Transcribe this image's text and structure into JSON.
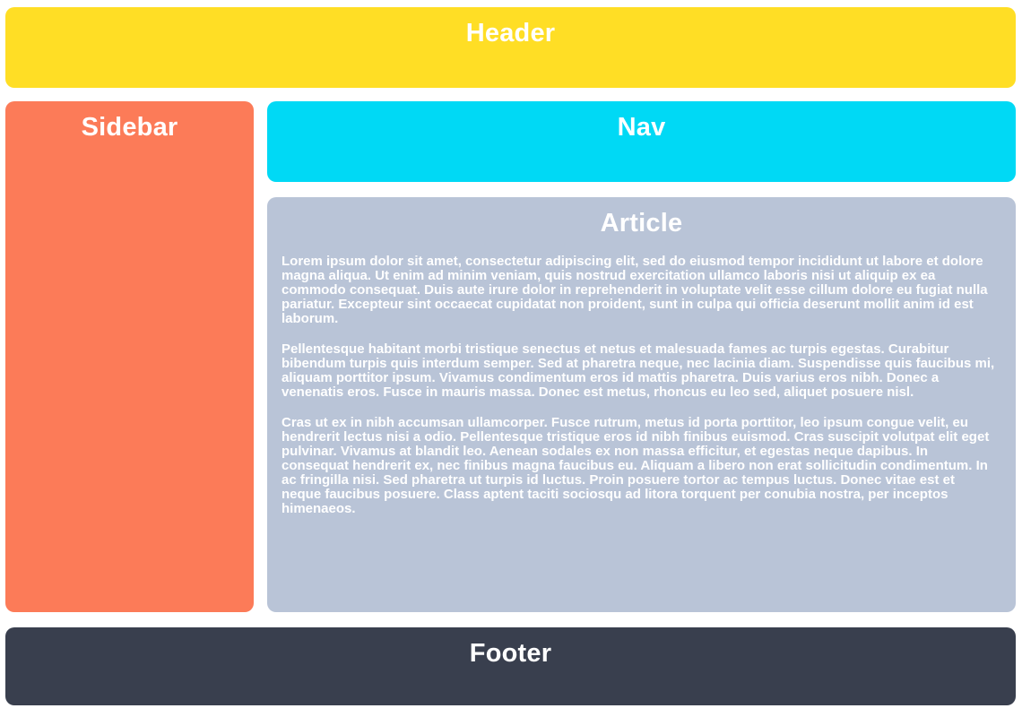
{
  "colors": {
    "page_bg": "#ffffff",
    "text": "#ffffff",
    "header_bg": "#ffde25",
    "sidebar_bg": "#fc7b58",
    "nav_bg": "#00d9f5",
    "article_bg": "#b9c4d7",
    "footer_bg": "#393f4e"
  },
  "header": {
    "title": "Header"
  },
  "sidebar": {
    "title": "Sidebar"
  },
  "nav": {
    "title": "Nav"
  },
  "article": {
    "title": "Article",
    "paragraphs": [
      "Lorem ipsum dolor sit amet, consectetur adipiscing elit, sed do eiusmod tempor incididunt ut labore et dolore magna aliqua. Ut enim ad minim veniam, quis nostrud exercitation ullamco laboris nisi ut aliquip ex ea commodo consequat. Duis aute irure dolor in reprehenderit in voluptate velit esse cillum dolore eu fugiat nulla pariatur. Excepteur sint occaecat cupidatat non proident, sunt in culpa qui officia deserunt mollit anim id est laborum.",
      "Pellentesque habitant morbi tristique senectus et netus et malesuada fames ac turpis egestas. Curabitur bibendum turpis quis interdum semper. Sed at pharetra neque, nec lacinia diam. Suspendisse quis faucibus mi, aliquam porttitor ipsum. Vivamus condimentum eros id mattis pharetra. Duis varius eros nibh. Donec a venenatis eros. Fusce in mauris massa. Donec est metus, rhoncus eu leo sed, aliquet posuere nisl.",
      "Cras ut ex in nibh accumsan ullamcorper. Fusce rutrum, metus id porta porttitor, leo ipsum congue velit, eu hendrerit lectus nisi a odio. Pellentesque tristique eros id nibh finibus euismod. Cras suscipit volutpat elit eget pulvinar. Vivamus at blandit leo. Aenean sodales ex non massa efficitur, et egestas neque dapibus. In consequat hendrerit ex, nec finibus magna faucibus eu. Aliquam a libero non erat sollicitudin condimentum. In ac fringilla nisi. Sed pharetra ut turpis id luctus. Proin posuere tortor ac tempus luctus. Donec vitae est et neque faucibus posuere. Class aptent taciti sociosqu ad litora torquent per conubia nostra, per inceptos himenaeos."
    ]
  },
  "footer": {
    "title": "Footer"
  }
}
